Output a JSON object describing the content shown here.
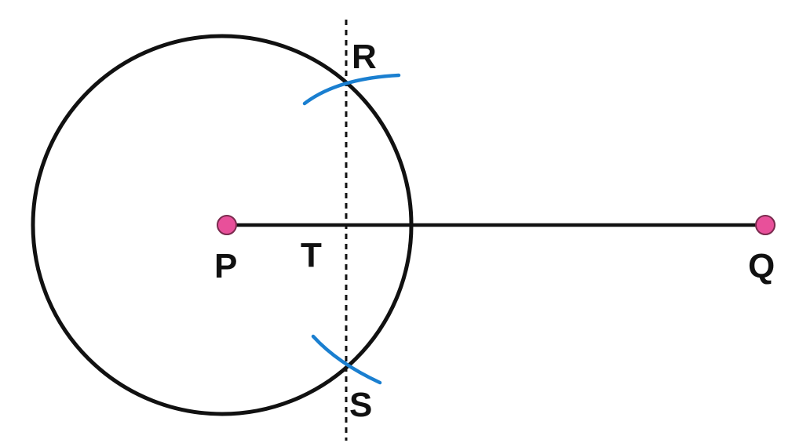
{
  "labels": {
    "p": "P",
    "q": "Q",
    "r": "R",
    "s": "S",
    "t": "T"
  },
  "colors": {
    "stroke": "#111111",
    "arc": "#1a7fd0",
    "point_fill": "#e8509a",
    "point_stroke": "#7a2a4e",
    "background": "#ffffff"
  }
}
